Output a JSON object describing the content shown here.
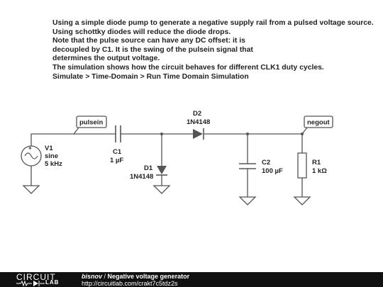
{
  "description_lines": [
    "Using a simple diode pump to generate a negative supply rail from a pulsed voltage source.",
    "Using schottky diodes will reduce the diode drops.",
    "Note that the pulse source can have any DC offset: it is",
    "decoupled by C1. It is the swing of the pulsein signal that",
    "determines the output voltage.",
    "The simulation shows how the circuit behaves for different CLK1 duty cycles.",
    "Simulate > Time-Domain > Run Time Domain Simulation"
  ],
  "nets": {
    "input": "pulsein",
    "output": "negout"
  },
  "components": {
    "V1": {
      "name": "V1",
      "type": "sine",
      "value": "5 kHz"
    },
    "C1": {
      "name": "C1",
      "value": "1 µF"
    },
    "D1": {
      "name": "D1",
      "value": "1N4148"
    },
    "D2": {
      "name": "D2",
      "value": "1N4148"
    },
    "C2": {
      "name": "C2",
      "value": "100 µF"
    },
    "R1": {
      "name": "R1",
      "value": "1 kΩ"
    }
  },
  "footer": {
    "logo_top": "CIRCUIT",
    "logo_bottom": "LAB",
    "author": "bisnov",
    "separator": " / ",
    "title": "Negative voltage generator",
    "url": "http://circuitlab.com/crakt7c5tdz2s"
  },
  "colors": {
    "wire": "#555555",
    "flag_fill": "#ffffff",
    "footer_bg": "#111111",
    "text": "#222222"
  }
}
